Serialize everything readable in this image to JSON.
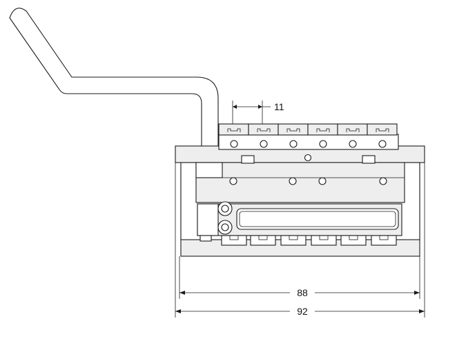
{
  "dimensions": {
    "pitch": "11",
    "inner_width": "88",
    "outer_width": "92"
  },
  "colors": {
    "line": "#1a1a1a",
    "part_fill": "#eeeeee",
    "background": "#ffffff"
  }
}
